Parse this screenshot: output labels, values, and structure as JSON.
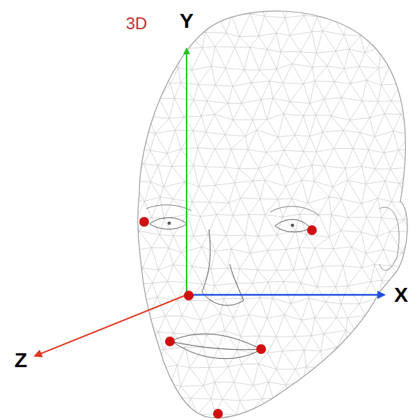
{
  "diagram": {
    "labels": [
      "3D",
      "Y",
      "X",
      "Z"
    ]
  }
}
